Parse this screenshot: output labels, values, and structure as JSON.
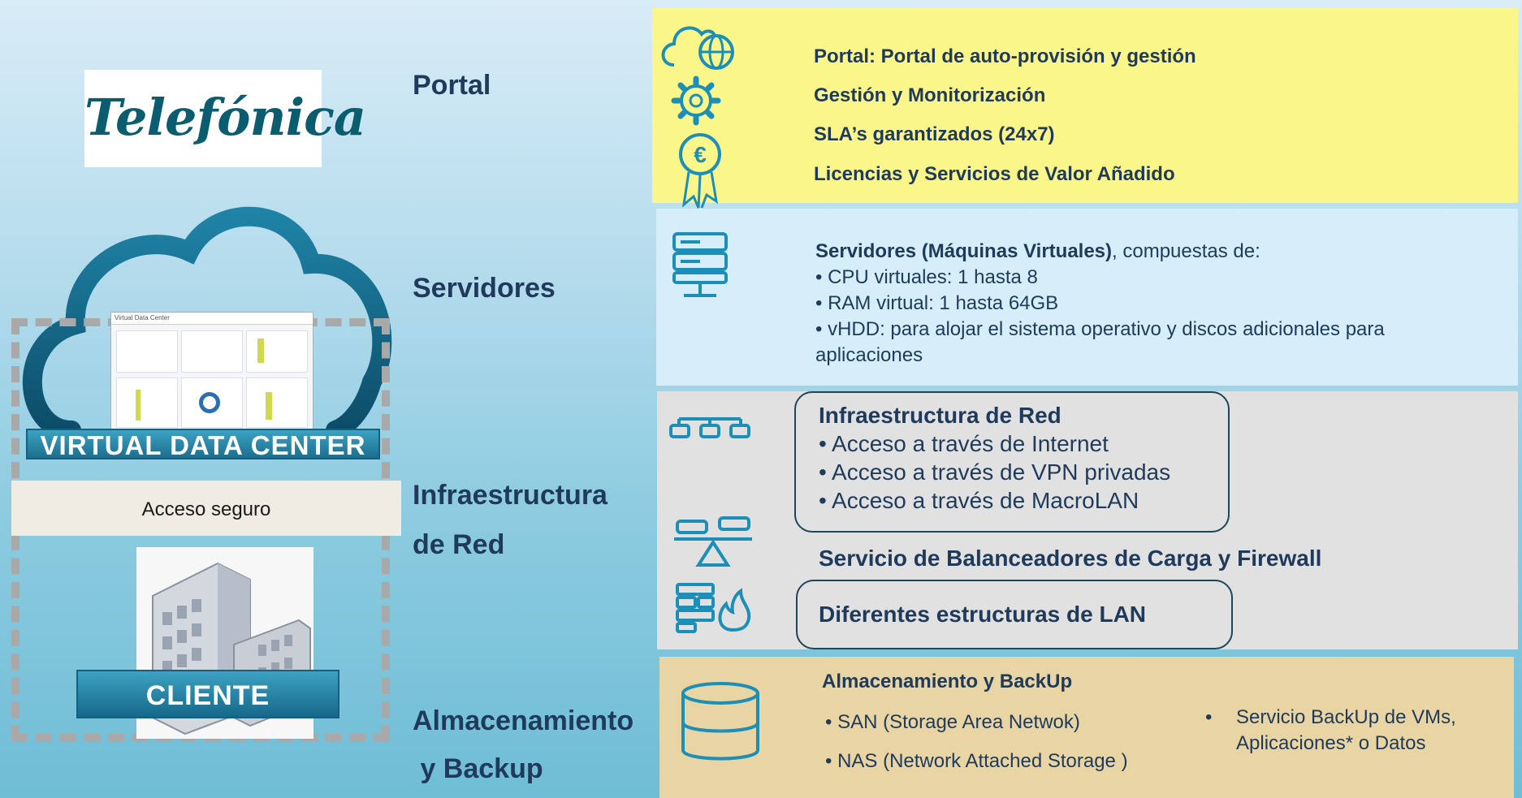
{
  "brand": {
    "logo_text": "Telefónica"
  },
  "left": {
    "vdc_label": "VIRTUAL DATA CENTER",
    "vdc_screen_title": "Virtual Data Center",
    "acceso_label": "Acceso seguro",
    "cliente_label": "CLIENTE"
  },
  "categories": {
    "portal": "Portal",
    "servidores": "Servidores",
    "red_line1": "Infraestructura",
    "red_line2": "de Red",
    "alm_line1": "Almacenamiento",
    "alm_line2": " y Backup"
  },
  "portal": {
    "items": [
      "Portal: Portal de auto-provisión y gestión",
      "Gestión y Monitorización",
      "SLA’s garantizados (24x7)",
      "Licencias y Servicios de Valor Añadido"
    ]
  },
  "servidores": {
    "title": "Servidores (Máquinas Virtuales)",
    "title_suffix": ", compuestas de:",
    "bullets": [
      "• CPU virtuales: 1 hasta 8",
      "• RAM virtual: 1 hasta 64GB",
      "• vHDD: para alojar el sistema operativo y discos adicionales para aplicaciones"
    ]
  },
  "red": {
    "box_title": "Infraestructura de Red",
    "bullets": [
      "• Acceso a través de Internet",
      "• Acceso a través de VPN privadas",
      "• Acceso a través de MacroLAN"
    ],
    "balanceadores": "Servicio de Balanceadores de Carga y Firewall",
    "lan": "Diferentes estructuras de LAN"
  },
  "almacenamiento": {
    "title": "Almacenamiento y BackUp",
    "san": "• SAN  (Storage Area Netwok)",
    "nas": "• NAS (Network Attached Storage )",
    "backup_bullet": "•",
    "backup_line1": "Servicio BackUp de VMs,",
    "backup_line2": "Aplicaciones* o Datos"
  },
  "colors": {
    "label_text": "#1f3a5a",
    "portal_panel": "#fbf68a",
    "servidores_panel": "#d6eefa",
    "red_panel": "#e1e1e1",
    "almacenamiento_panel": "#e9d4a4",
    "icon_stroke": "#1b8fb8"
  },
  "icons": [
    "cloud-globe-icon",
    "gear-icon",
    "euro-award-icon",
    "server-icon",
    "network-icon",
    "load-balancer-icon",
    "firewall-icon",
    "database-icon",
    "cloud-icon",
    "building-icon"
  ]
}
